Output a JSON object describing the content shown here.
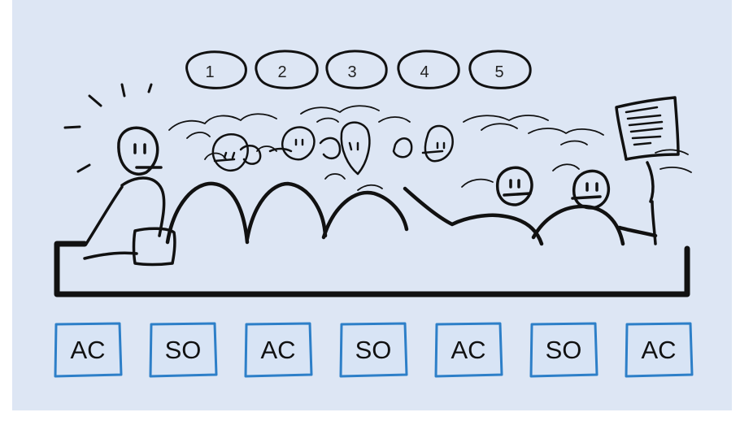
{
  "colors": {
    "background": "#dde6f4",
    "ink": "#111111",
    "box_border": "#2d7fc8",
    "box_fill": "#d8e4f5"
  },
  "bubbles": [
    "1",
    "2",
    "3",
    "4",
    "5"
  ],
  "boxes": [
    "AC",
    "SO",
    "AC",
    "SO",
    "AC",
    "SO",
    "AC"
  ]
}
